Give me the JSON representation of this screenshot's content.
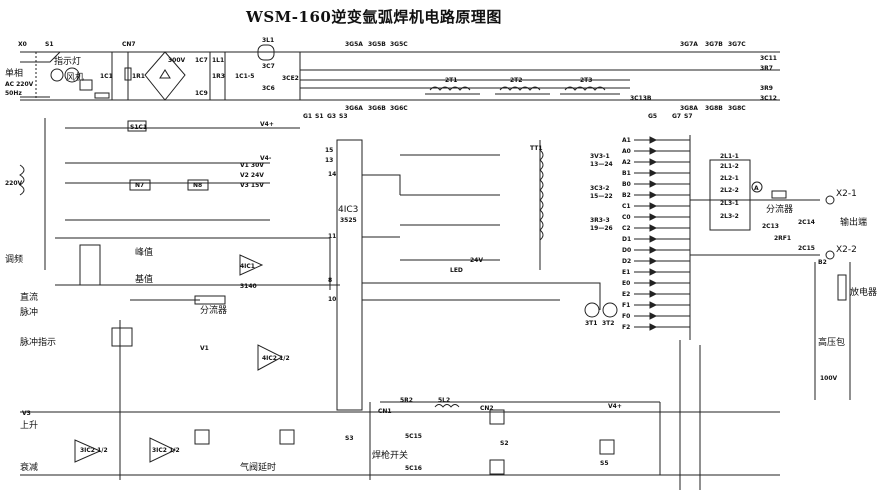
{
  "title": "WSM-160逆变氩弧焊机电路原理图",
  "labels": {
    "x0": "X0",
    "s1": "S1",
    "input": "单相",
    "ac": "AC 220V",
    "hz": "50Hz",
    "lamp": "指示灯",
    "fan": "风机",
    "cn7": "CN7",
    "bridge_v": "300V",
    "ic1": "1C1",
    "ir1": "1R1",
    "ic7": "1C7",
    "il1": "1L1",
    "ic9": "1C9",
    "icx": "1C1-5",
    "r3": "1R3",
    "c3": "3C7",
    "c6": "3C6",
    "ce2": "3CE2",
    "l1": "3L1",
    "q5a": "3G5A",
    "q5b": "3G5B",
    "q5c": "3G5C",
    "q6a": "3G6A",
    "q6b": "3G6B",
    "q6c": "3G6C",
    "q7a": "3G7A",
    "q7b": "3G7B",
    "q7c": "3G7C",
    "q8a": "3G8A",
    "q8b": "3G8B",
    "q8c": "3G8C",
    "t1": "2T1",
    "t2": "2T2",
    "t3": "2T3",
    "c11": "3C11",
    "c12": "3C12",
    "r7": "3R7",
    "r9": "3R9",
    "c13": "3C13B",
    "g1": "G1",
    "s1b": "S1",
    "g3": "G3",
    "s3": "S3",
    "g5": "G5",
    "s5": "S5",
    "g7": "G7",
    "s7": "S7",
    "sc1": "S1C1",
    "v4p": "V4+",
    "v4m": "V4-",
    "v1": "V1 30V",
    "v2": "V2 24V",
    "v3": "V3 15V",
    "n7": "N7",
    "n8": "N8",
    "ip": "220V",
    "ic3": "4IC3",
    "ic3b": "3525",
    "pin14": "14",
    "pin11": "11",
    "pin8": "8",
    "pin10": "10",
    "pin15": "15",
    "pin13": "13",
    "tr1": "TT1",
    "led": "LED",
    "v24": "24V",
    "kt1": "3T1",
    "kt2": "3T2",
    "g1box": "3V3-1\n13—24",
    "g2box": "3C3-2\n15—22",
    "g3box": "3R3-3\n19—26",
    "ln1": "2L1-1",
    "ln2": "2L1-2",
    "ln3": "2L2-1",
    "ln4": "2L2-2",
    "ln5": "2L3-1",
    "ln6": "2L3-2",
    "shunt": "分流器",
    "ammeter": "A",
    "xp": "X2-1",
    "xm": "X2-2",
    "out": "输出端",
    "rel": "放电器",
    "hv": "高压包",
    "v100": "100V",
    "c14": "2C14",
    "c13o": "2C13",
    "rf": "2RF1",
    "c15": "2C15",
    "b2": "B2",
    "tiaojie": "调频",
    "zhiliu": "直流",
    "maichong": "脉冲",
    "mcz": "脉冲指示",
    "shangsheng": "上升",
    "shuaijian": "衰减",
    "fengzhi": "峰值",
    "jizhi": "基值",
    "fenliu": "分流器",
    "qi": "气阀延时",
    "ic1b": "4IC1",
    "ic1c": "3140",
    "ic2": "4IC2 1/2",
    "ic5": "3IC2 1/2",
    "ic6": "3IC2 1/2",
    "v1b": "V1",
    "v3b": "V3",
    "v4b": "V4+",
    "cn1": "CN1",
    "cn2": "CN2",
    "s2": "S2",
    "s3b": "S3",
    "sc15": "5C15",
    "sc16": "5C16",
    "sl2": "5L2",
    "sr2": "5R2",
    "kq": "焊枪开关"
  },
  "side_pins": [
    "A1",
    "A0",
    "A2",
    "B1",
    "B0",
    "B2",
    "C1",
    "C0",
    "C2",
    "D1",
    "D0",
    "D2",
    "E1",
    "E0",
    "E2",
    "F1",
    "F0",
    "F2"
  ]
}
